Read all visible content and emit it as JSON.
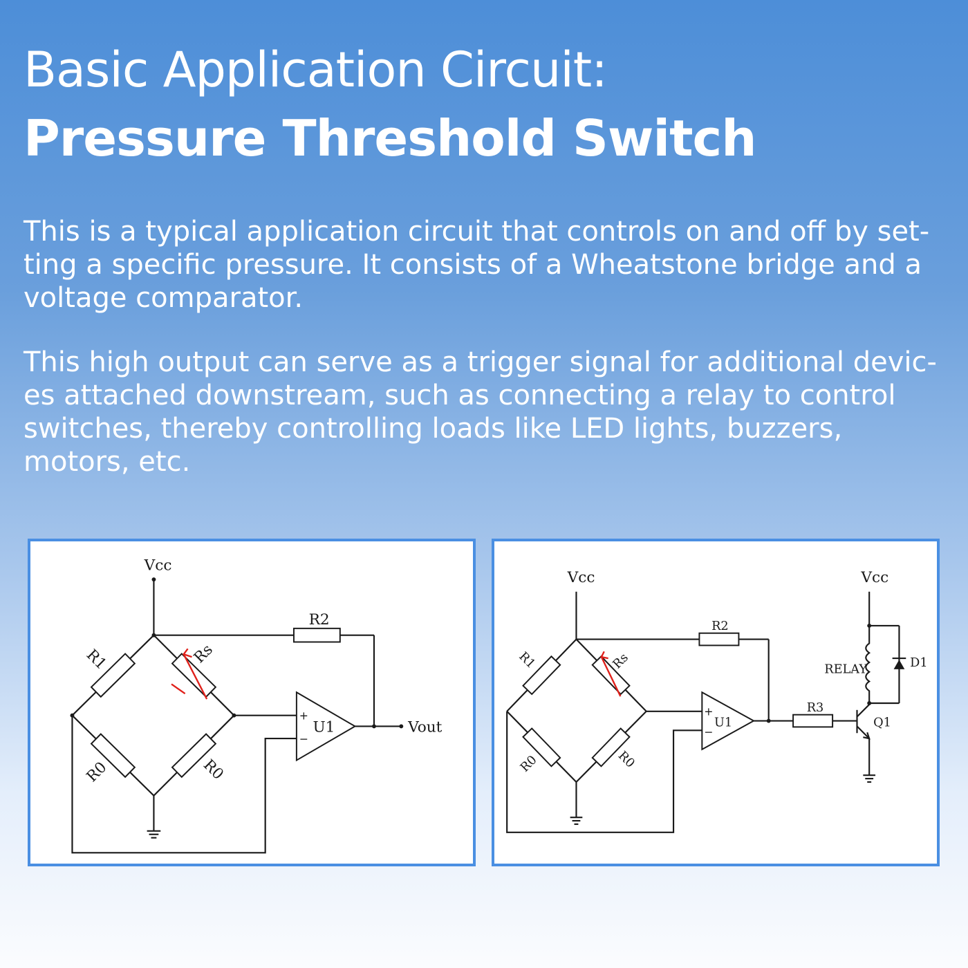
{
  "title": {
    "line1": "Basic Application Circuit:",
    "line2": "Pressure Threshold Switch"
  },
  "paragraphs": [
    "This is a typical application circuit that controls on and off by set-ting a specific pressure. It consists of a Wheatstone bridge and a voltage comparator.",
    "This high output can serve as a trigger signal for additional devic-es attached downstream, such as connecting a relay to control switches, thereby controlling loads like LED lights, buzzers, motors, etc."
  ],
  "circuit_left": {
    "vcc": "Vcc",
    "r1": "R1",
    "rs": "Rs",
    "r0_left": "R0",
    "r0_right": "R0",
    "r2": "R2",
    "u1": "U1",
    "plus": "+",
    "minus": "−",
    "vout": "Vout"
  },
  "circuit_right": {
    "vcc": "Vcc",
    "vcc2": "Vcc",
    "r1": "R1",
    "rs": "Rs",
    "r0_left": "R0",
    "r0_right": "R0",
    "r2": "R2",
    "r3": "R3",
    "u1": "U1",
    "plus": "+",
    "minus": "−",
    "relay": "RELAY",
    "d1": "D1",
    "q1": "Q1"
  },
  "colors": {
    "panel_border": "#4a8fe2",
    "sensor_red": "#e0201a"
  }
}
